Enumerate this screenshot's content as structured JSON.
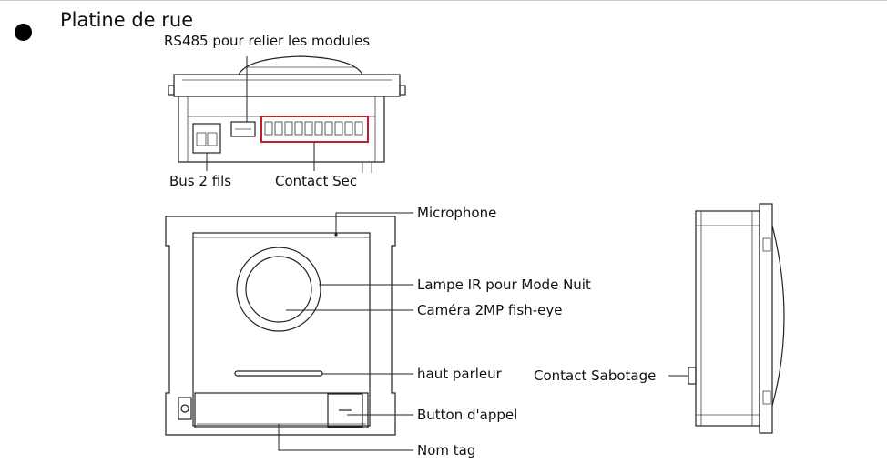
{
  "title": "Platine de rue",
  "callouts": {
    "rs485": "RS485 pour relier les modules",
    "bus": "Bus 2 fils",
    "contact_sec": "Contact Sec",
    "microphone": "Microphone",
    "ir_lamp": "Lampe IR pour Mode Nuit",
    "camera": "Caméra 2MP fish-eye",
    "speaker": "haut parleur",
    "call_button": "Button d'appel",
    "name_tag": "Nom tag",
    "tamper": "Contact Sabotage"
  },
  "colors": {
    "highlight": "#c0202a",
    "line": "#222222"
  }
}
